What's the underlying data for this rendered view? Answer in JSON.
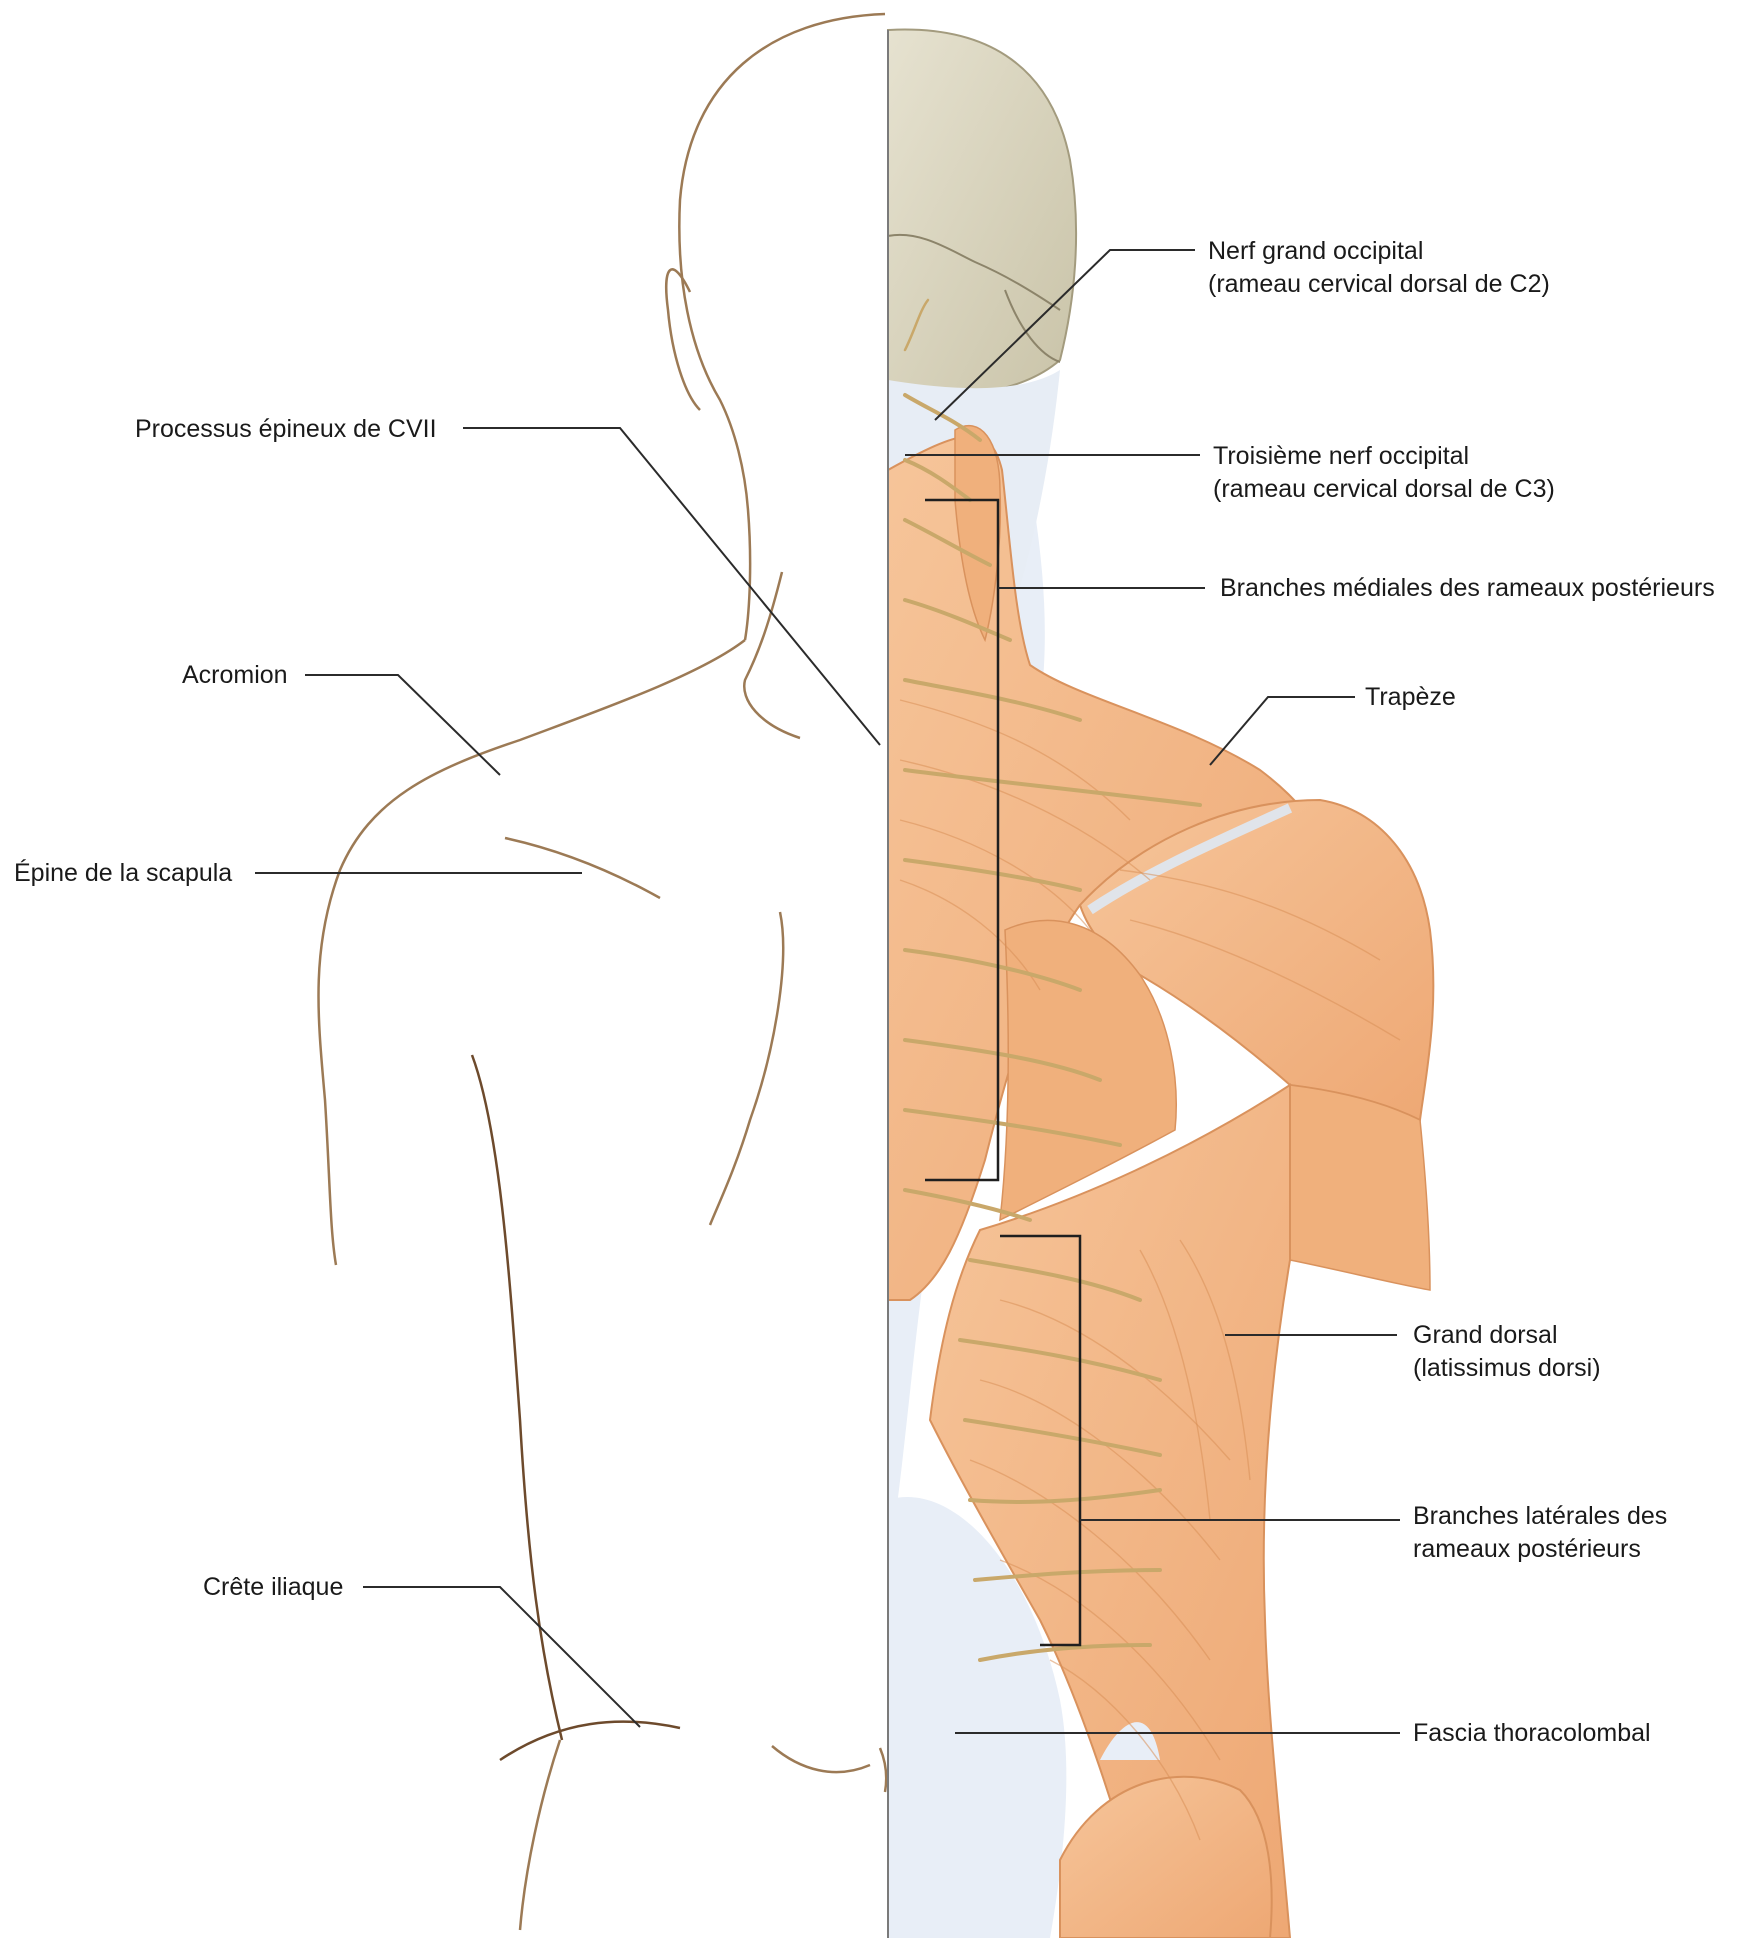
{
  "labels": {
    "nerf_grand_occipital": [
      "Nerf grand occipital",
      "(rameau cervical dorsal de C2)"
    ],
    "processus_epineux": [
      "Processus épineux de CVII"
    ],
    "troisieme_nerf_occipital": [
      "Troisième nerf occipital",
      "(rameau cervical dorsal de C3)"
    ],
    "branches_mediales": [
      "Branches médiales des rameaux postérieurs"
    ],
    "acromion": [
      "Acromion"
    ],
    "trapeze": [
      "Trapèze"
    ],
    "epine_scapula": [
      "Épine de la scapula"
    ],
    "grand_dorsal": [
      "Grand dorsal",
      "(latissimus dorsi)"
    ],
    "branches_laterales": [
      "Branches latérales des",
      "rameaux postérieurs"
    ],
    "crete_iliaque": [
      "Crête iliaque"
    ],
    "fascia_thoracolombal": [
      "Fascia thoracolombal"
    ]
  },
  "colors": {
    "muscle": "#f2b886",
    "muscle_dark": "#e59a63",
    "fascia": "#e9eef6",
    "bone": "#d9d4bf",
    "nerve": "#c9a86a",
    "skin_outline": "#9c7a55",
    "leader": "#2b2b2b"
  }
}
